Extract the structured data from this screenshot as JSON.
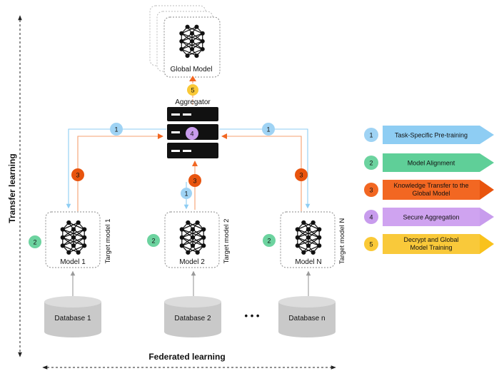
{
  "axes": {
    "vertical_label": "Transfer learning",
    "horizontal_label": "Federated learning"
  },
  "global_model": {
    "label": "Global Model"
  },
  "aggregator": {
    "label": "Aggregator"
  },
  "targets": [
    {
      "model_label": "Model 1",
      "side_label": "Target model 1",
      "database_label": "Database 1"
    },
    {
      "model_label": "Model 2",
      "side_label": "Target model 2",
      "database_label": "Database 2"
    },
    {
      "model_label": "Model N",
      "side_label": "Target model N",
      "database_label": "Database n"
    }
  ],
  "ellipsis": "• • •",
  "step_badges": {
    "s1": "1",
    "s2": "2",
    "s3": "3",
    "s4": "4",
    "s5": "5"
  },
  "legend": [
    {
      "num": "1",
      "text": "Task-Specific Pre-training",
      "color": "#8ecdf3",
      "circle": "#9fd3f4",
      "arrow": "#8ecdf3"
    },
    {
      "num": "2",
      "text": "Model Alignment",
      "color": "#5fcf98",
      "circle": "#6cd39f",
      "arrow": "#5fcf98"
    },
    {
      "num": "3",
      "text": "Knowledge Transfer to the",
      "text2": "Global Model",
      "color": "#f26722",
      "circle": "#f26722",
      "arrow": "#e8540e"
    },
    {
      "num": "4",
      "text": "Secure Aggregation",
      "color": "#cfa3f0",
      "circle": "#c89ced",
      "arrow": "#c89ced"
    },
    {
      "num": "5",
      "text": "Decrypt and Global",
      "text2": "Model Training",
      "color": "#f9c93a",
      "circle": "#fac937",
      "arrow": "#f9c21c"
    }
  ],
  "colors": {
    "blue_line": "#8ecdf3",
    "orange_line": "#f5a070",
    "orange_arrow": "#f26722",
    "badge_yellow": "#fac937",
    "badge_purple": "#c89ced",
    "badge_green": "#6cd39f",
    "badge_orange": "#e8540e",
    "badge_blue": "#8ecdf3",
    "database_fill": "#c9c9c9",
    "server": "#111111"
  },
  "icons": {
    "neural_net": "neural-network-icon",
    "server": "server-icon",
    "database": "database-cylinder-icon"
  }
}
